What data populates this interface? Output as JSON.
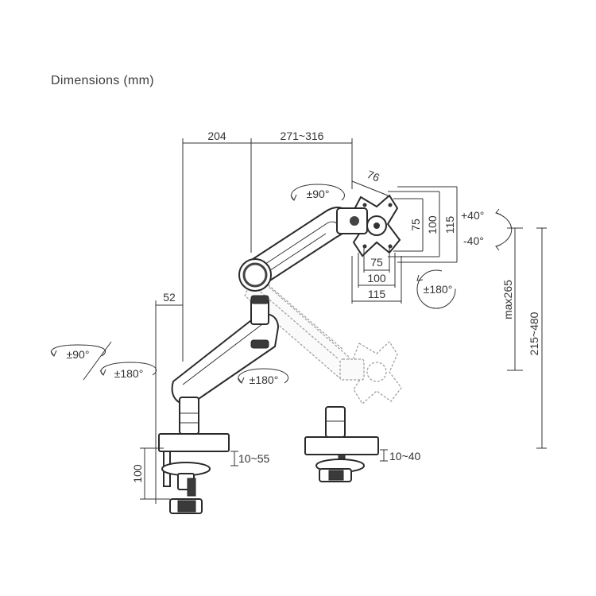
{
  "title": "Dimensions (mm)",
  "dimensions": {
    "arm_offset": "204",
    "arm_reach": "271~316",
    "head_depth": "76",
    "vesa_h_75": "75",
    "vesa_h_100": "100",
    "vesa_h_115": "115",
    "vesa_v_75": "75",
    "vesa_v_100": "100",
    "vesa_v_115": "115",
    "pole_offset": "52",
    "clamp_height": "100",
    "clamp_range": "10~55",
    "grommet_range": "10~40",
    "max_height": "max265",
    "height_range": "215~480"
  },
  "rotations": {
    "head_swivel": "±90°",
    "tilt_up": "+40°",
    "tilt_down": "-40°",
    "panel_rotation": "±180°",
    "base_swivel": "±90°",
    "base_rotation": "±180°",
    "arm_rotation": "±180°"
  }
}
